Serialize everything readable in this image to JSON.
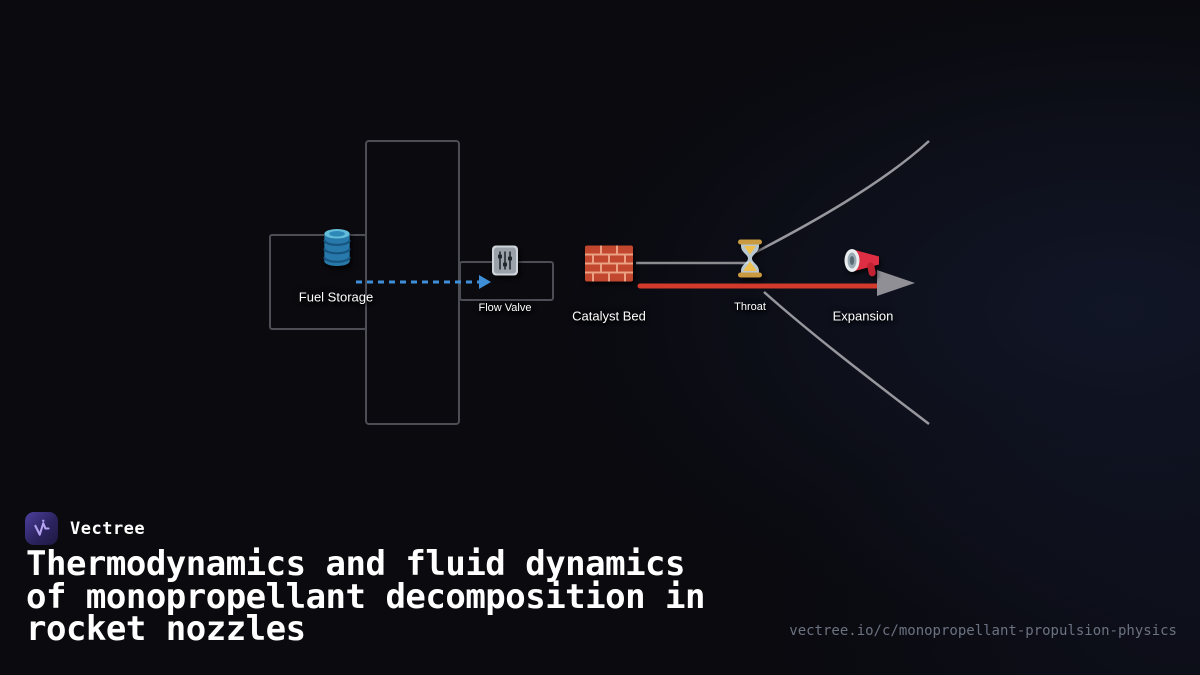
{
  "brand": {
    "name": "Vectree"
  },
  "title": {
    "lines": [
      "Thermodynamics and fluid dynamics",
      "of monopropellant decomposition in",
      "rocket nozzles"
    ]
  },
  "footer": {
    "url": "vectree.io/c/monopropellant-propulsion-physics"
  },
  "diagram": {
    "nodes": [
      {
        "id": "fuel-storage",
        "label": "Fuel Storage",
        "icon": "oil-drum-icon"
      },
      {
        "id": "flow-valve",
        "label": "Flow Valve",
        "icon": "control-knobs-icon"
      },
      {
        "id": "catalyst-bed",
        "label": "Catalyst Bed",
        "icon": "brick-wall-icon"
      },
      {
        "id": "throat",
        "label": "Throat",
        "icon": "hourglass-icon"
      },
      {
        "id": "expansion",
        "label": "Expansion",
        "icon": "megaphone-icon"
      }
    ],
    "colors": {
      "rocket_outline": "#4d4e55",
      "nozzle_contour": "#97979d",
      "hot_flow_line": "#d23a2c",
      "feed_dashed_line": "#3e8fd8",
      "exhaust_arrow": "#8f8f95"
    }
  }
}
